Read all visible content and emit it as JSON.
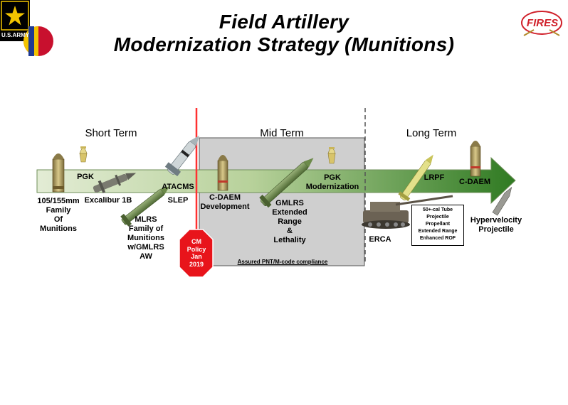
{
  "title": {
    "line1": "Field Artillery",
    "line2": "Modernization Strategy (Munitions)"
  },
  "logos": {
    "army_text": "U.S.ARMY",
    "fires_text": "FIRES"
  },
  "phases": {
    "short": "Short Term",
    "mid": "Mid Term",
    "long": "Long Term"
  },
  "stop_sign": {
    "line1": "CM",
    "line2": "Policy",
    "line3": "Jan",
    "line4": "2019"
  },
  "items": {
    "family_155": [
      "105/155mm",
      "Family",
      "Of",
      "Munitions"
    ],
    "pgk": "PGK",
    "excalibur": "Excalibur 1B",
    "mlrs": [
      "MLRS",
      "Family of",
      "Munitions",
      "w/GMLRS",
      "AW"
    ],
    "atacms": "ATACMS",
    "slep": "SLEP",
    "cdaem_dev": [
      "C-DAEM",
      "Development"
    ],
    "gmlrs_er": [
      "GMLRS",
      "Extended",
      "Range",
      "&",
      "Lethality"
    ],
    "pgk_mod": [
      "PGK",
      "Modernization"
    ],
    "pnt_note": "Assured PNT/M-code compliance",
    "erca": "ERCA",
    "lrpf": "LRPF",
    "cdaem": "C-DAEM",
    "tube_box": [
      "50+-cal Tube",
      "Projectile",
      "Propellant",
      "Extended Range",
      "Enhanced ROF"
    ],
    "hvp": [
      "Hypervelocity",
      "Projectile"
    ]
  },
  "colors": {
    "arrow_light": "#dfe9cf",
    "arrow_dark": "#2f7a22",
    "mid_box": "#cfcfcf",
    "cm_line": "#ff3030",
    "stop_red": "#e8141b",
    "army_gold": "#f2c400",
    "army_blue": "#1f3a93",
    "army_red": "#c8102e"
  }
}
